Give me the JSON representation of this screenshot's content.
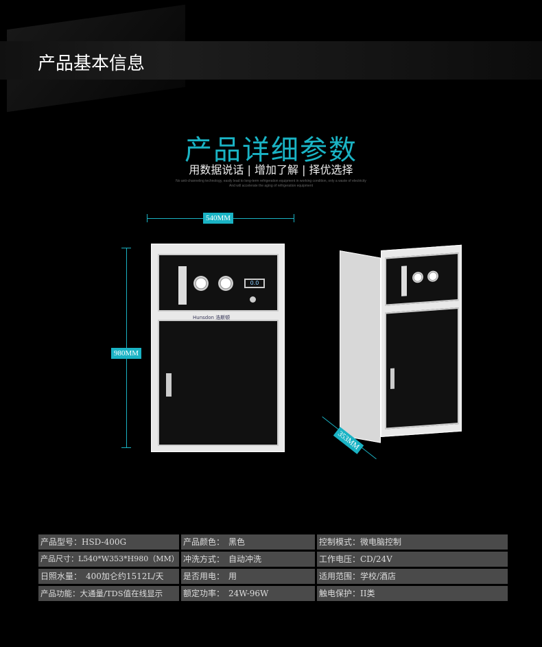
{
  "section_title": "产品基本信息",
  "main_title": "产品详细参数",
  "subtitle": "用数据说话 | 增加了解 | 择优选择",
  "tagline_1": "No anti-channeling technology, easily lead to long-term refrigeration equipment in working condition, only a waste of electricity",
  "tagline_2": "And will accelerate the aging of refrigeration equipment",
  "dimensions": {
    "width": "540MM",
    "height": "980MM",
    "depth": "353MM"
  },
  "brand": "Hunsdon 浩斯顿",
  "display_value": "0.0",
  "table": [
    [
      "产品型号：HSD-400G",
      "产品颜色：　黑色",
      "控制模式：微电脑控制"
    ],
    [
      "产品尺寸：L540*W353*H980（MM）",
      "冲洗方式：　自动冲洗",
      "工作电压：CD/24V"
    ],
    [
      "日照水量：　400加仑约1512L/天",
      "是否用电：　用",
      "适用范围：学校/酒店"
    ],
    [
      "产品功能：大通量/TDS值在线显示",
      "额定功率：　24W-96W",
      "触电保护：II类"
    ]
  ]
}
